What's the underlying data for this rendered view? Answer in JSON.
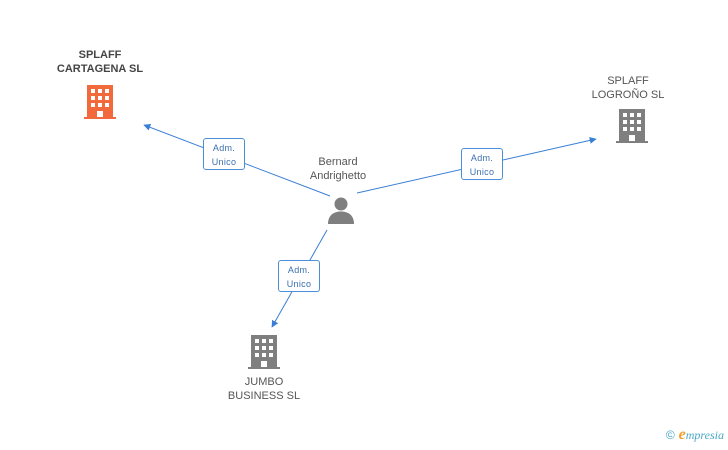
{
  "person": {
    "line1": "Bernard",
    "line2": "Andrighetto"
  },
  "companies": [
    {
      "line1": "SPLAFF",
      "line2": "CARTAGENA SL",
      "highlight": true
    },
    {
      "line1": "SPLAFF",
      "line2": "LOGROÑO SL",
      "highlight": false
    },
    {
      "line1": "JUMBO",
      "line2": "BUSINESS SL",
      "highlight": false
    }
  ],
  "edges": [
    {
      "line1": "Adm.",
      "line2": "Unico"
    },
    {
      "line1": "Adm.",
      "line2": "Unico"
    },
    {
      "line1": "Adm.",
      "line2": "Unico"
    }
  ],
  "colors": {
    "edge": "#3a7fd5",
    "highlight": "#f26a3c",
    "building": "#7f7f7f",
    "person": "#7f7f7f"
  },
  "watermark": {
    "copyright": "©",
    "brand_initial": "e",
    "brand_rest": "mpresia"
  }
}
